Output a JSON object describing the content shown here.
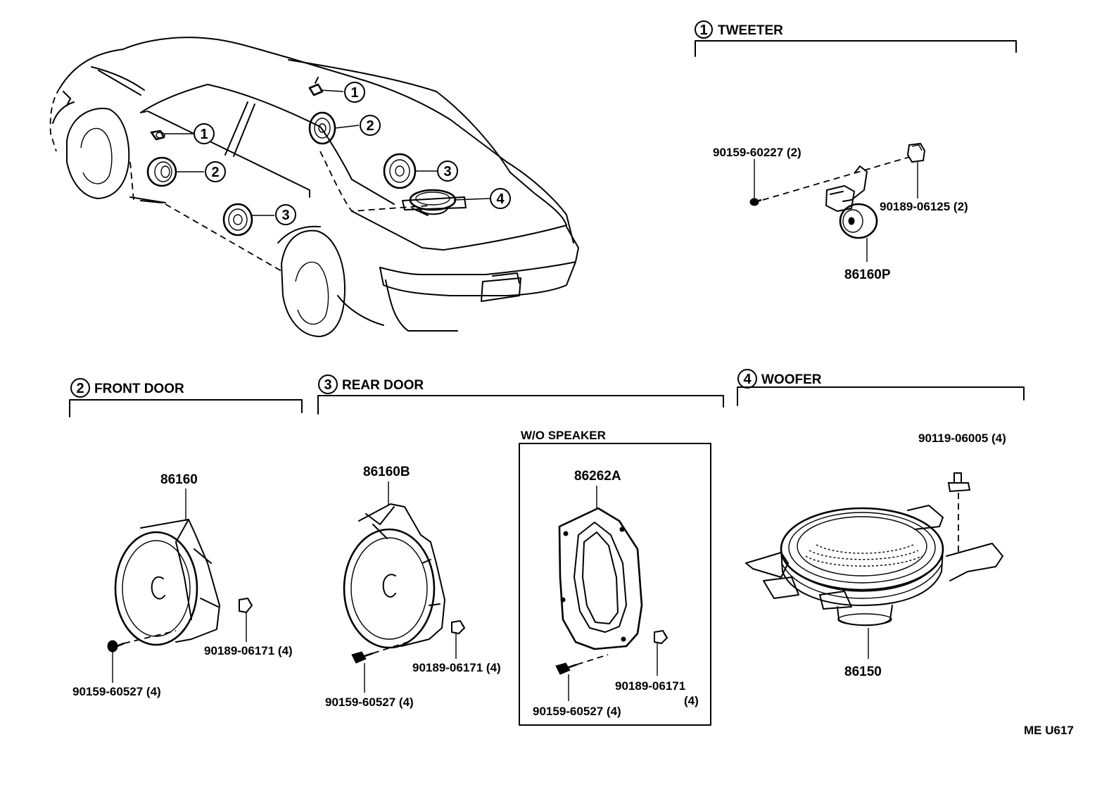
{
  "sections": {
    "tweeter": {
      "number": "1",
      "title": "TWEETER"
    },
    "front_door": {
      "number": "2",
      "title": "FRONT DOOR"
    },
    "rear_door": {
      "number": "3",
      "title": "REAR DOOR"
    },
    "woofer": {
      "number": "4",
      "title": "WOOFER"
    },
    "wo_speaker": {
      "title": "W/O SPEAKER"
    }
  },
  "car_callouts": {
    "front_tweeter": "1",
    "front_speaker": "2",
    "rear_speaker": "3",
    "rear_tweeter": "1",
    "rear_upper_speaker": "2",
    "rear_shelf_speaker": "3",
    "woofer": "4"
  },
  "part_numbers": {
    "tweeter_screw": "90159-60227 (2)",
    "tweeter_nut": "90189-06125 (2)",
    "tweeter_part": "86160P",
    "front_speaker": "86160",
    "front_nut": "90189-06171 (4)",
    "front_screw": "90159-60527 (4)",
    "rear_speaker": "86160B",
    "rear_nut": "90189-06171 (4)",
    "rear_screw": "90159-60527 (4)",
    "cover_part": "86262A",
    "cover_nut_a": "90189-06171",
    "cover_nut_b": "(4)",
    "cover_screw": "90159-60527 (4)",
    "woofer_bolt": "90119-06005 (4)",
    "woofer_part": "86150"
  },
  "figure_code": "ME U617"
}
